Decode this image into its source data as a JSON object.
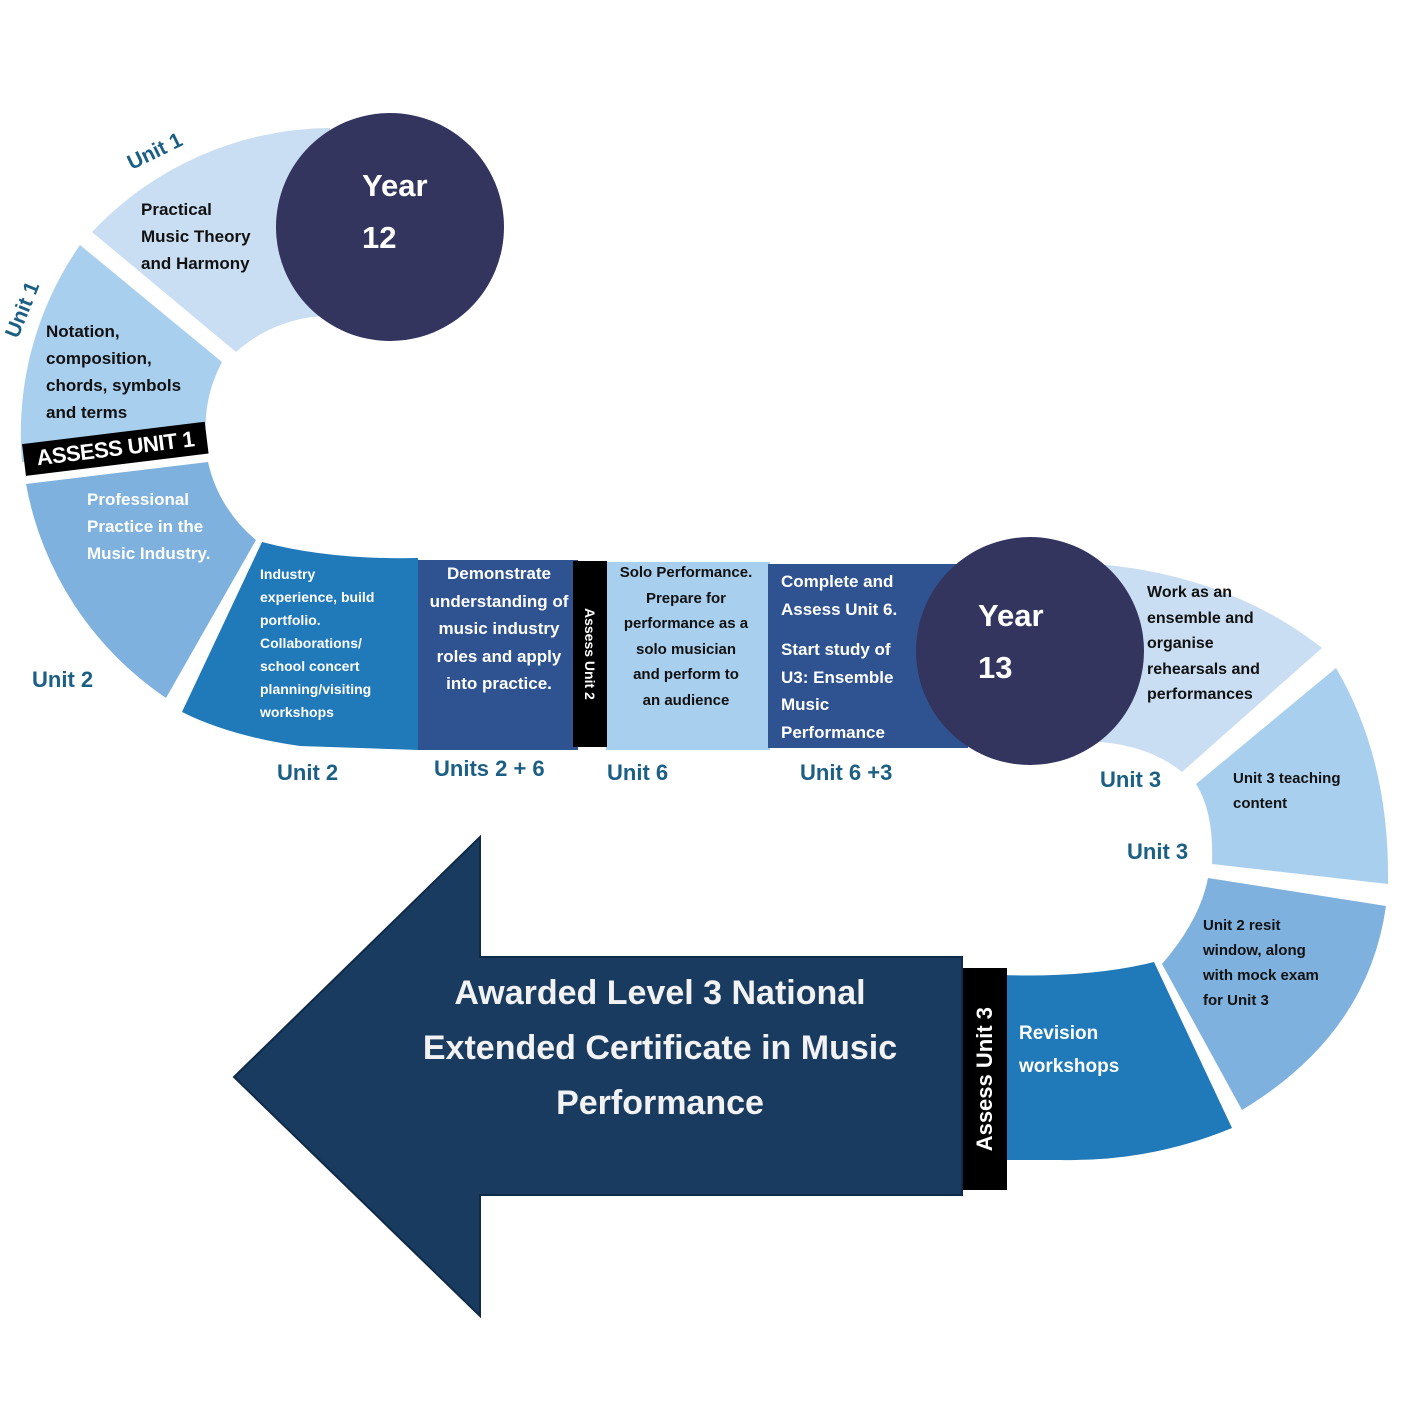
{
  "colors": {
    "segment_lightest": "#c9def2",
    "segment_light": "#a9cfef",
    "segment_mid": "#7eb1de",
    "segment_blue": "#2079b9",
    "segment_dark": "#2f5291",
    "year_circle": "#33355f",
    "arrow": "#1a3b60",
    "unit_label": "#1b5f85",
    "assess_band": "#000000"
  },
  "year12": {
    "line1": "Year",
    "line2": "12"
  },
  "year13": {
    "line1": "Year",
    "line2": "13"
  },
  "year12_path": {
    "segments": [
      {
        "unit_label": "Unit 1",
        "text": [
          "Practical",
          "Music Theory",
          "and Harmony"
        ]
      },
      {
        "unit_label": "Unit 1",
        "text": [
          "Notation,",
          "composition,",
          "chords, symbols",
          "and terms"
        ]
      },
      {
        "assess_label": "ASSESS UNIT 1"
      },
      {
        "unit_label": "Unit 2",
        "text": [
          "Professional",
          "Practice in the",
          "Music Industry."
        ]
      },
      {
        "unit_label": "Unit 2",
        "text": [
          "Industry",
          "experience, build",
          "portfolio.",
          "Collaborations/",
          "school concert",
          "planning/visiting",
          "workshops"
        ]
      },
      {
        "unit_label": "Units 2 + 6",
        "text": [
          "Demonstrate",
          "understanding of",
          "music industry",
          "roles and apply",
          "into practice."
        ]
      },
      {
        "assess_label": "Assess Unit 2"
      },
      {
        "unit_label": "Unit 6",
        "text": [
          "Solo Performance.",
          "Prepare for",
          "performance as a",
          "solo musician",
          "and perform to",
          "an audience"
        ]
      },
      {
        "unit_label": "Unit 6 +3",
        "text": [
          "Complete and",
          "Assess Unit 6.",
          "",
          "Start study of",
          "U3: Ensemble",
          "Music",
          "Performance"
        ]
      }
    ]
  },
  "year13_path": {
    "segments": [
      {
        "unit_label": "Unit 3",
        "text": [
          "Work as an",
          "ensemble and",
          "organise",
          "rehearsals and",
          "performances"
        ]
      },
      {
        "unit_label": "Unit 3",
        "text": [
          "Unit 3 teaching",
          "content"
        ]
      },
      {
        "text": [
          "Unit 2 resit",
          "window, along",
          "with mock exam",
          "for Unit 3"
        ]
      },
      {
        "text": [
          "Revision",
          "workshops"
        ]
      },
      {
        "assess_label": "Assess Unit 3"
      }
    ]
  },
  "award_arrow": {
    "lines": [
      "Awarded Level 3 National",
      "Extended Certificate in Music",
      "Performance"
    ]
  }
}
